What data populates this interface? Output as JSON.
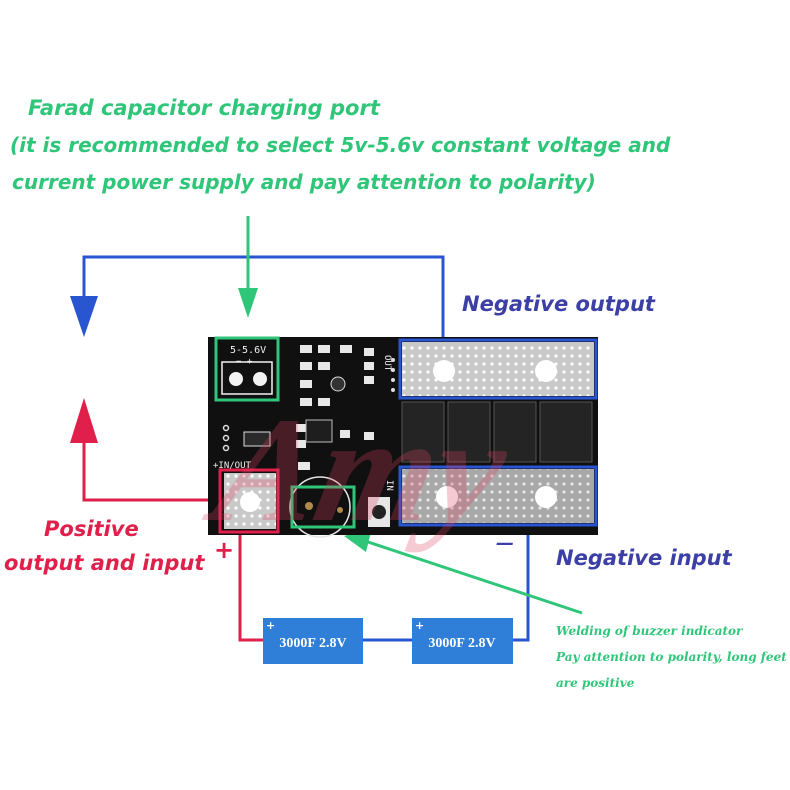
{
  "charging_port": {
    "title": "Farad capacitor charging port",
    "line2": "(it is recommended to select 5v-5.6v constant voltage and",
    "line3": "current power supply and pay attention to polarity)"
  },
  "negative_output": {
    "label": "Negative output"
  },
  "negative_input": {
    "label": "Negative input"
  },
  "positive": {
    "line1": "Positive",
    "line2": "output and input",
    "sign": "+"
  },
  "negative_sign": "—",
  "buzzer_note": {
    "line1": "Welding of buzzer indicator",
    "line2": "Pay attention to polarity, long feet",
    "line3": "are positive"
  },
  "board": {
    "port_label": "5-5.6V",
    "port_polarity": "−  +",
    "in_out_label": "+IN/OUT",
    "out_label": "OUT",
    "in_label": "IN",
    "watermark": "Amy"
  },
  "capacitors": [
    {
      "label": "3000F 2.8V",
      "polarity": "+"
    },
    {
      "label": "3000F 2.8V",
      "polarity": "+"
    }
  ],
  "colors": {
    "green": "#2fc67a",
    "blue": "#2a55d0",
    "red": "#e0204a",
    "board": "#101010",
    "capacitor": "#2f7fd9"
  }
}
